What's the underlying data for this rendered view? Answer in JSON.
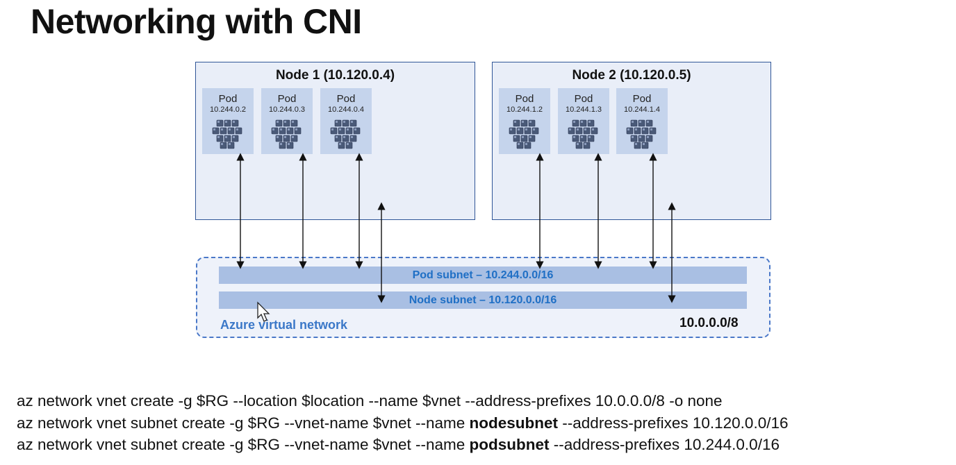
{
  "title": "Networking with CNI",
  "nodes": [
    {
      "title": "Node 1 (10.120.0.4)",
      "pods": [
        {
          "label": "Pod",
          "ip": "10.244.0.2"
        },
        {
          "label": "Pod",
          "ip": "10.244.0.3"
        },
        {
          "label": "Pod",
          "ip": "10.244.0.4"
        }
      ]
    },
    {
      "title": "Node 2 (10.120.0.5)",
      "pods": [
        {
          "label": "Pod",
          "ip": "10.244.1.2"
        },
        {
          "label": "Pod",
          "ip": "10.244.1.3"
        },
        {
          "label": "Pod",
          "ip": "10.244.1.4"
        }
      ]
    }
  ],
  "network": {
    "pod_subnet": "Pod subnet – 10.244.0.0/16",
    "node_subnet": "Node subnet – 10.120.0.0/16",
    "vnet_label": "Azure virtual network",
    "vnet_cidr": "10.0.0.0/8"
  },
  "commands": {
    "line1": "az network vnet create -g $RG --location $location --name $vnet --address-prefixes 10.0.0.0/8 -o none",
    "line2_pre": "az network vnet subnet create -g $RG --vnet-name $vnet --name ",
    "line2_bold": "nodesubnet",
    "line2_post": " --address-prefixes 10.120.0.0/16",
    "line3_pre": "az network vnet subnet create -g $RG --vnet-name $vnet --name ",
    "line3_bold": "podsubnet",
    "line3_post": " --address-prefixes 10.244.0.0/16"
  },
  "colors": {
    "node_border": "#2f5597",
    "node_fill": "#e9eef8",
    "pod_fill": "#c5d4ec",
    "subnet_fill": "#a9bfe3",
    "subnet_text": "#1f6fc5",
    "vnet_border": "#4a78c8"
  },
  "icons": {
    "pod_icon": "kubernetes-pod-cubes-icon",
    "cursor": "mouse-pointer-icon"
  }
}
